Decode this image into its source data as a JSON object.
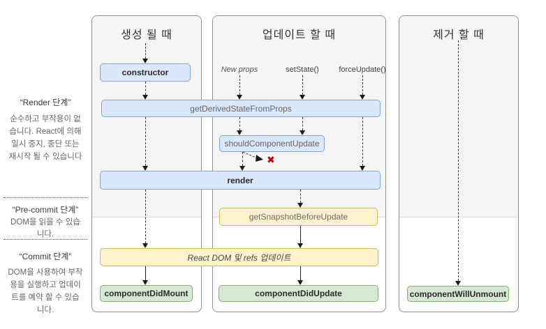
{
  "colors": {
    "blue_fill": "#dae8fc",
    "blue_border": "#7da4d8",
    "yellow_fill": "#fff2cc",
    "yellow_border": "#d6b656",
    "green_fill": "#d5e8d4",
    "green_border": "#82b366",
    "skip_mark_red": "#c00000",
    "phase_band_gray": "#f5f5f5"
  },
  "sidebar": {
    "sections": [
      {
        "title": "“Render 단계”",
        "lines": [
          "순수하고 부작용이 없",
          "습니다. React에 의해",
          "일시 중지, 중단 또는",
          "재시작 될 수 있습니다"
        ]
      },
      {
        "title": "“Pre-commit 단계”",
        "lines": [
          "DOM을 읽을 수 있습",
          "니다."
        ]
      },
      {
        "title": "“Commit 단계”",
        "lines": [
          "DOM을 사용하여 부작",
          "용을 실행하고 업데이",
          "트를 예약 할 수 있습",
          "니다."
        ]
      }
    ]
  },
  "columns": {
    "mount": {
      "header": "생성 될 때"
    },
    "update": {
      "header": "업데이트 할 때",
      "triggers": [
        {
          "label": "New props"
        },
        {
          "label": "setState()"
        },
        {
          "label": "forceUpdate()"
        }
      ]
    },
    "unmount": {
      "header": "제거 할 때"
    }
  },
  "nodes": {
    "constructor": {
      "label": "constructor"
    },
    "get_derived_state_from_props": {
      "label": "getDerivedStateFromProps"
    },
    "should_component_update": {
      "label": "shouldComponentUpdate"
    },
    "render": {
      "label": "render"
    },
    "get_snapshot_before_update": {
      "label": "getSnapshotBeforeUpdate"
    },
    "react_dom_update": {
      "label": "React DOM 및 refs 업데이트"
    },
    "component_did_mount": {
      "label": "componentDidMount"
    },
    "component_did_update": {
      "label": "componentDidUpdate"
    },
    "component_will_unmount": {
      "label": "componentWillUnmount"
    }
  },
  "marks": {
    "skip_x": "✖"
  }
}
